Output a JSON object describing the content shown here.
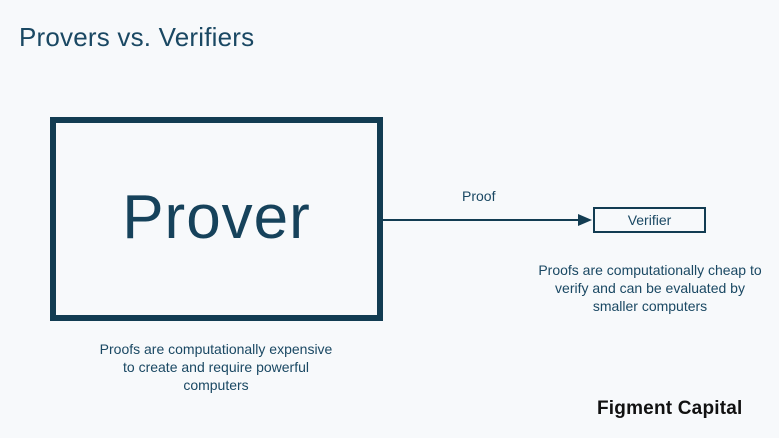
{
  "slide": {
    "title": "Provers vs. Verifiers"
  },
  "diagram": {
    "prover_label": "Prover",
    "edge_label": "Proof",
    "verifier_label": "Verifier",
    "prover_caption": "Proofs are computationally expensive to create and require powerful computers",
    "verifier_caption": "Proofs are computationally cheap to verify and can be evaluated by smaller computers"
  },
  "brand": {
    "name": "Figment Capital"
  },
  "colors": {
    "background": "#f7f9fb",
    "primary": "#123c52",
    "text": "#1a4863",
    "brand_text": "#111111"
  }
}
